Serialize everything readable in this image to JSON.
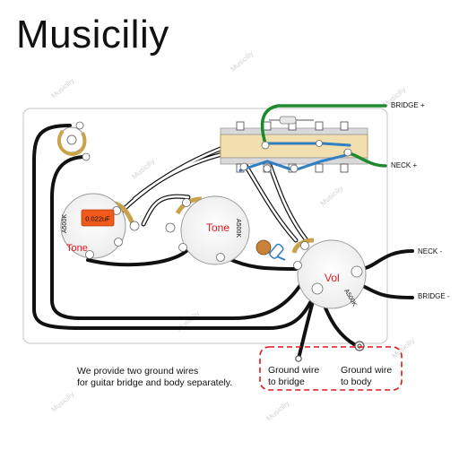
{
  "brand": "Musiciliy",
  "watermark": "Musiciliy",
  "terminals": {
    "bridge_plus": "BRIDGE +",
    "neck_plus": "NECK +",
    "neck_minus": "NECK -",
    "bridge_minus": "BRIDGE -"
  },
  "pots": {
    "tone1_label": "Tone",
    "tone1_value": "A500K",
    "tone2_label": "Tone",
    "tone2_value": "A500K",
    "vol_label": "Vol",
    "vol_value": "A500K"
  },
  "capacitor": "0.022uF",
  "note": {
    "line1": "We provide two ground wires",
    "line2": "for guitar bridge and body separately."
  },
  "ground_bridge": {
    "line1": "Ground wire",
    "line2": "to bridge"
  },
  "ground_body": {
    "line1": "Ground wire",
    "line2": "to body"
  },
  "colors": {
    "wire_black": "#111111",
    "wire_white": "#ffffff",
    "wire_green": "#1e8a2e",
    "wire_blue": "#2f7fc1",
    "switch_body": "#f2dfb0",
    "capacitor": "#f05a1a",
    "label_red": "#e0161b",
    "dashed_box": "#e0161b",
    "plate": "#ffffff",
    "plate_stroke": "#cfcfcf"
  },
  "icons": [
    "output-jack-icon",
    "selector-switch-icon",
    "potentiometer-icon",
    "capacitor-icon",
    "ground-lug-icon"
  ]
}
